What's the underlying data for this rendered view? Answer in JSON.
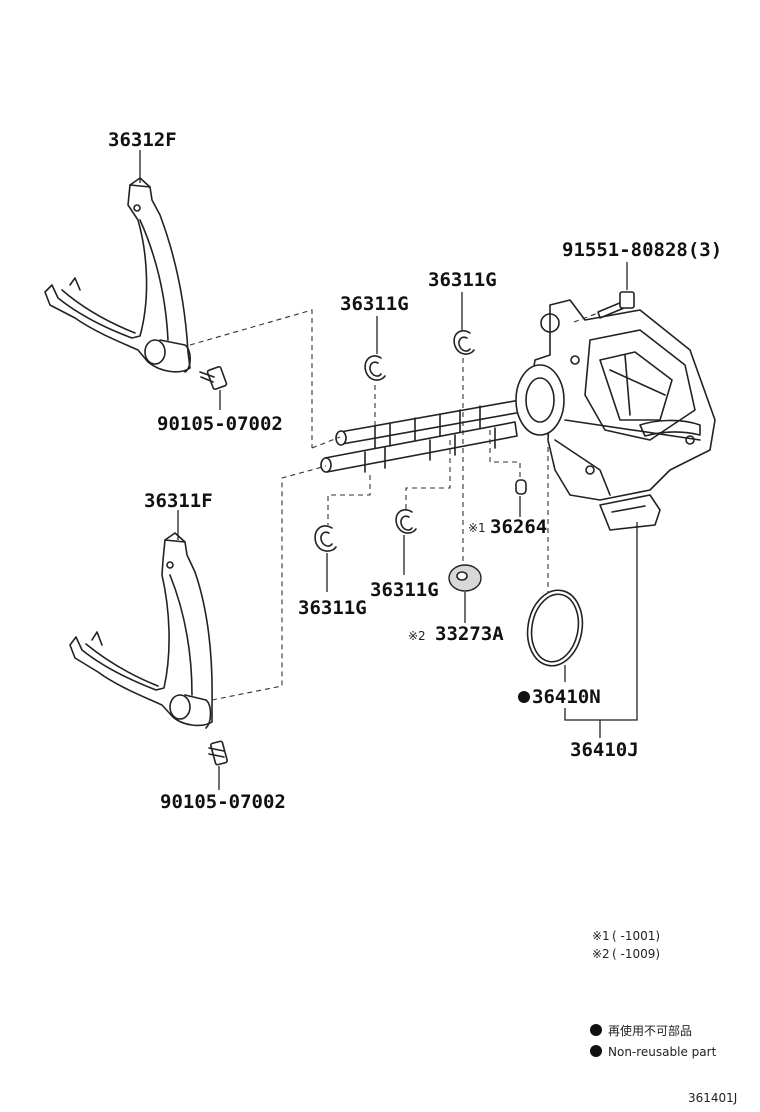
{
  "labels": {
    "fork_upper": "36312F",
    "fork_lower": "36311F",
    "bolt_upper": "90105-07002",
    "bolt_lower": "90105-07002",
    "ring_1": "36311G",
    "ring_2": "36311G",
    "ring_3": "36311G",
    "ring_4": "36311G",
    "motor_bolt": "91551-80828(3)",
    "pin": "36264",
    "pin_mark": "※1",
    "washer": "33273A",
    "washer_mark": "※2",
    "oring": "36410N",
    "actuator": "36410J"
  },
  "notes": {
    "note1_mark": "※1",
    "note1_text": "(       -1001)",
    "note2_mark": "※2",
    "note2_text": "(       -1009)"
  },
  "legend": {
    "bullet_jp": "再使用不可部品",
    "bullet_en": "Non-reusable part"
  },
  "diagram_id": "361401J"
}
